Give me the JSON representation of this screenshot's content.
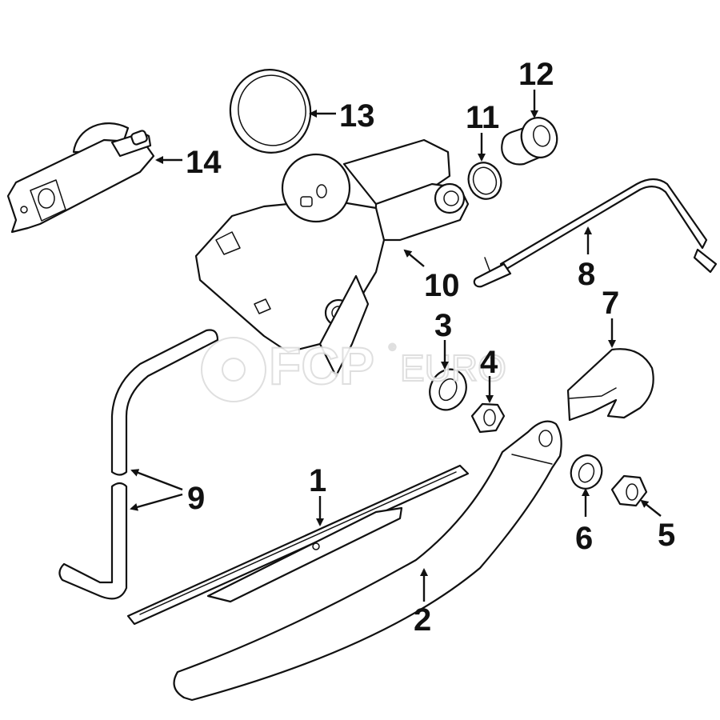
{
  "diagram": {
    "subject": "Rear wiper system exploded parts diagram",
    "callouts": [
      {
        "number": "1",
        "part": "wiper-blade"
      },
      {
        "number": "2",
        "part": "wiper-arm"
      },
      {
        "number": "3",
        "part": "washer"
      },
      {
        "number": "4",
        "part": "nut"
      },
      {
        "number": "5",
        "part": "nut"
      },
      {
        "number": "6",
        "part": "washer"
      },
      {
        "number": "7",
        "part": "arm-cap"
      },
      {
        "number": "8",
        "part": "wire-harness"
      },
      {
        "number": "9",
        "part": "washer-hose"
      },
      {
        "number": "10",
        "part": "wiper-motor"
      },
      {
        "number": "11",
        "part": "seal-ring"
      },
      {
        "number": "12",
        "part": "grommet"
      },
      {
        "number": "13",
        "part": "seal"
      },
      {
        "number": "14",
        "part": "washer-pump"
      }
    ]
  },
  "watermark": {
    "brand": "FCP",
    "suffix": "EURO",
    "registered": "®"
  },
  "colors": {
    "line": "#111111",
    "background": "#ffffff",
    "watermark_outline": "#dcdcdc"
  }
}
